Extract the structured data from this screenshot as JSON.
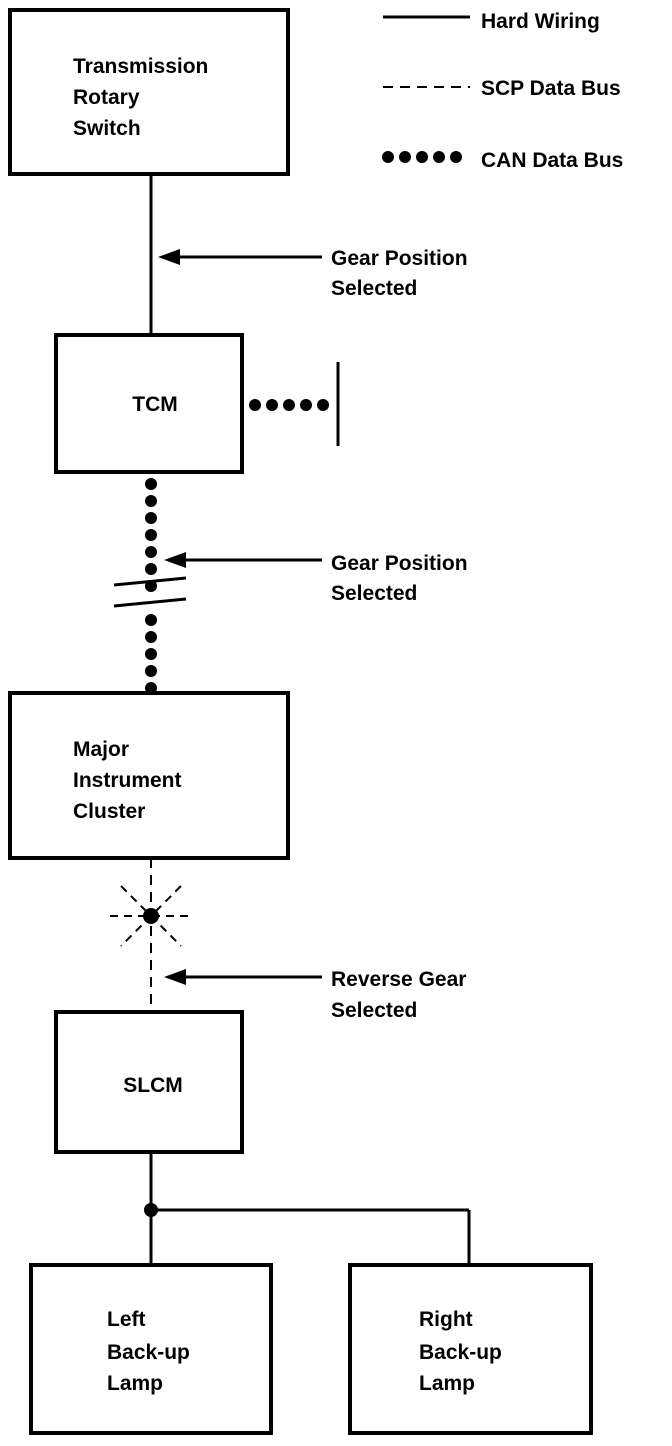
{
  "legend": {
    "hard_wiring": "Hard Wiring",
    "scp_data_bus": "SCP Data Bus",
    "can_data_bus": "CAN Data Bus"
  },
  "boxes": {
    "transmission_rotary_switch": [
      "Transmission",
      "Rotary",
      "Switch"
    ],
    "tcm": "TCM",
    "major_instrument_cluster": [
      "Major",
      "Instrument",
      "Cluster"
    ],
    "slcm": "SLCM",
    "left_backup_lamp": [
      "Left",
      "Back-up",
      "Lamp"
    ],
    "right_backup_lamp": [
      "Right",
      "Back-up",
      "Lamp"
    ]
  },
  "signals": {
    "gear_position_1": [
      "Gear Position",
      "Selected"
    ],
    "gear_position_2": [
      "Gear Position",
      "Selected"
    ],
    "reverse_gear": [
      "Reverse Gear",
      "Selected"
    ]
  }
}
